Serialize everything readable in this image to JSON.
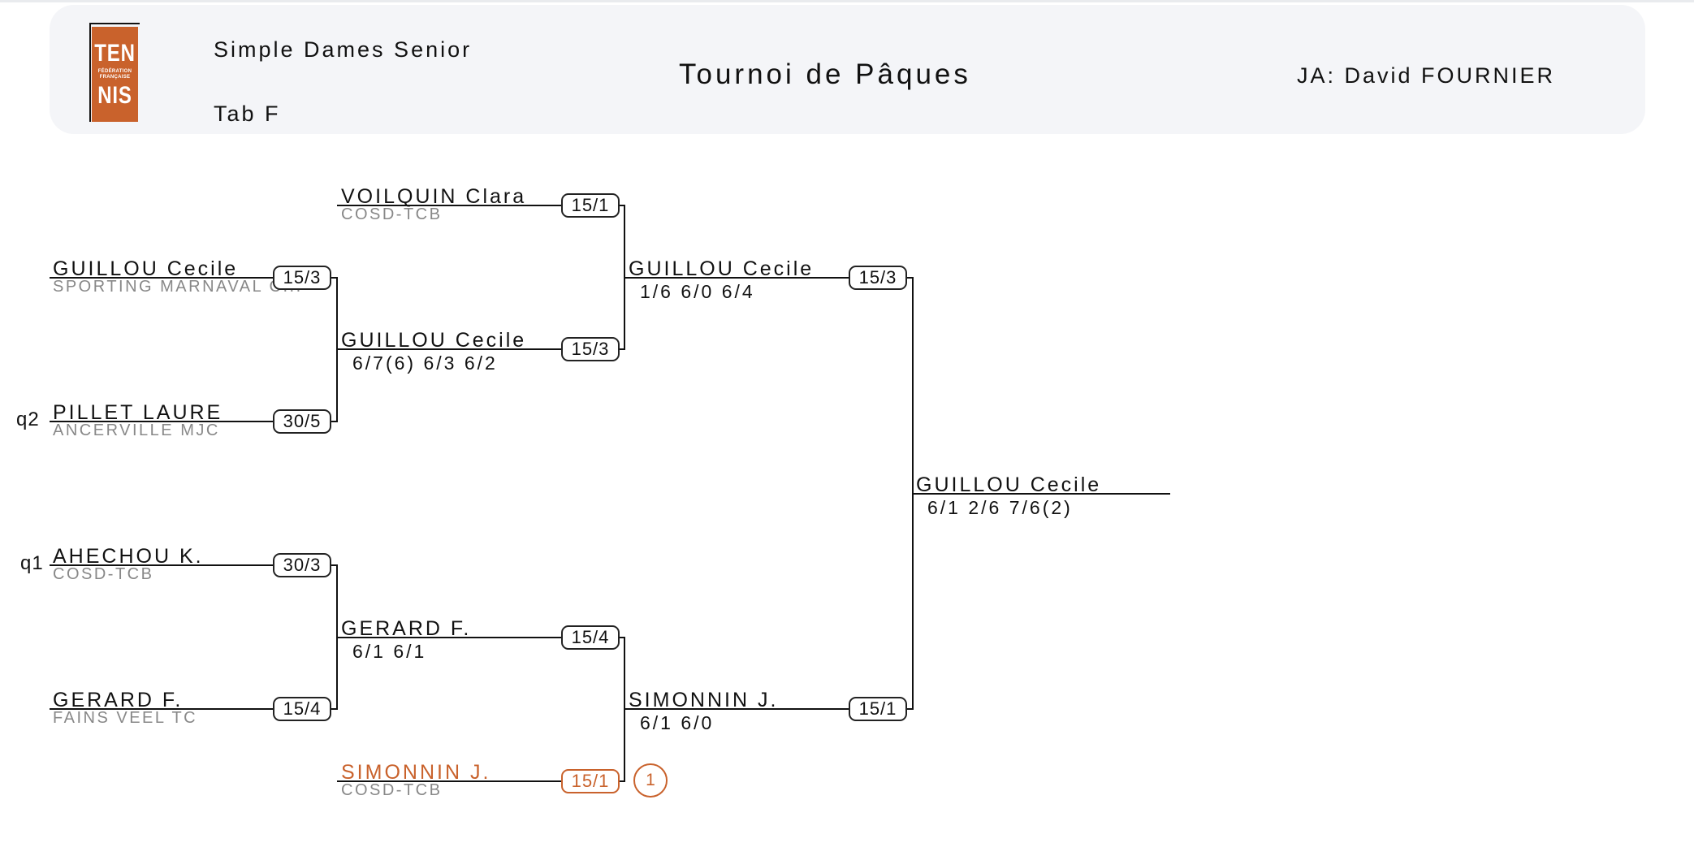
{
  "header": {
    "logo_top": "TEN",
    "logo_small_1": "FÉDÉRATION",
    "logo_small_2": "FRANÇAISE",
    "logo_bottom": "NIS",
    "event": "Simple Dames Senior",
    "table": "Tab F",
    "title": "Tournoi de Pâques",
    "referee": "JA: David FOURNIER"
  },
  "round1": [
    {
      "seed": "",
      "name": "GUILLOU Cecile",
      "club": "SPORTING MARNAVAL C...",
      "rank": "15/3"
    },
    {
      "seed": "q2",
      "name": "PILLET LAURE",
      "club": "ANCERVILLE MJC",
      "rank": "30/5"
    },
    {
      "seed": "q1",
      "name": "AHECHOU K.",
      "club": "COSD-TCB",
      "rank": "30/3"
    },
    {
      "seed": "",
      "name": "GERARD F.",
      "club": "FAINS VEEL TC",
      "rank": "15/4"
    }
  ],
  "round2": [
    {
      "name": "VOILQUIN Clara",
      "club": "COSD-TCB",
      "rank": "15/1"
    },
    {
      "name": "GUILLOU Cecile",
      "score": "6/7(6) 6/3 6/2",
      "rank": "15/3"
    },
    {
      "name": "GERARD F.",
      "score": "6/1 6/1",
      "rank": "15/4"
    },
    {
      "name": "SIMONNIN J.",
      "club": "COSD-TCB",
      "rank": "15/1",
      "seed_no": "1"
    }
  ],
  "round3": [
    {
      "name": "GUILLOU Cecile",
      "score": "1/6 6/0 6/4",
      "rank": "15/3"
    },
    {
      "name": "SIMONNIN J.",
      "score": "6/1 6/0",
      "rank": "15/1"
    }
  ],
  "final": {
    "name": "GUILLOU Cecile",
    "score": "6/1 2/6 7/6(2)"
  },
  "colors": {
    "accent": "#c9622c",
    "header_bg": "#f4f5f8",
    "club_text": "#888888"
  }
}
